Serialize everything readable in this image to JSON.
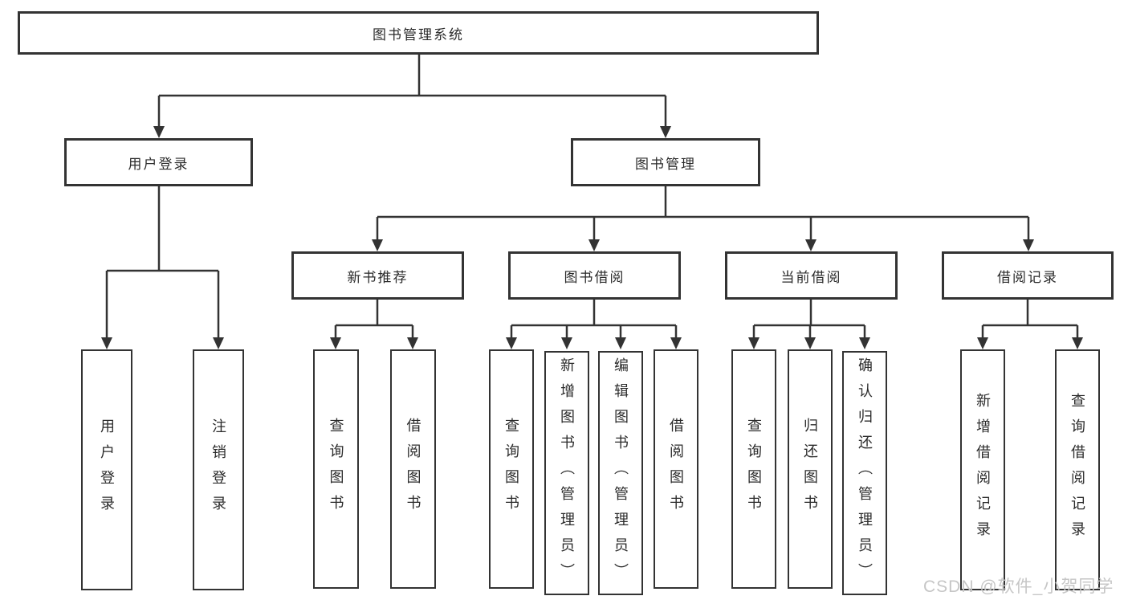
{
  "root": {
    "label": "图书管理系统"
  },
  "level2": {
    "user_login": {
      "label": "用户登录"
    },
    "book_management": {
      "label": "图书管理"
    }
  },
  "level3": {
    "new_book_recommend": {
      "label": "新书推荐"
    },
    "book_borrow": {
      "label": "图书借阅"
    },
    "current_borrow": {
      "label": "当前借阅"
    },
    "borrow_records": {
      "label": "借阅记录"
    }
  },
  "leaves": {
    "user_login": [
      "用户登录",
      "注销登录"
    ],
    "new_book_recommend": [
      "查询图书",
      "借阅图书"
    ],
    "book_borrow": [
      "查询图书",
      "新增图书（管理员）",
      "编辑图书（管理员）",
      "借阅图书"
    ],
    "current_borrow": [
      "查询图书",
      "归还图书",
      "确认归还（管理员）"
    ],
    "borrow_records": [
      "新增借阅记录",
      "查询借阅记录"
    ]
  },
  "watermark": "CSDN @软件_小贺同学",
  "colors": {
    "line": "#333333",
    "border": "#333333",
    "text": "#2b2b2b",
    "watermark": "#c6c6c6",
    "background": "#ffffff"
  }
}
